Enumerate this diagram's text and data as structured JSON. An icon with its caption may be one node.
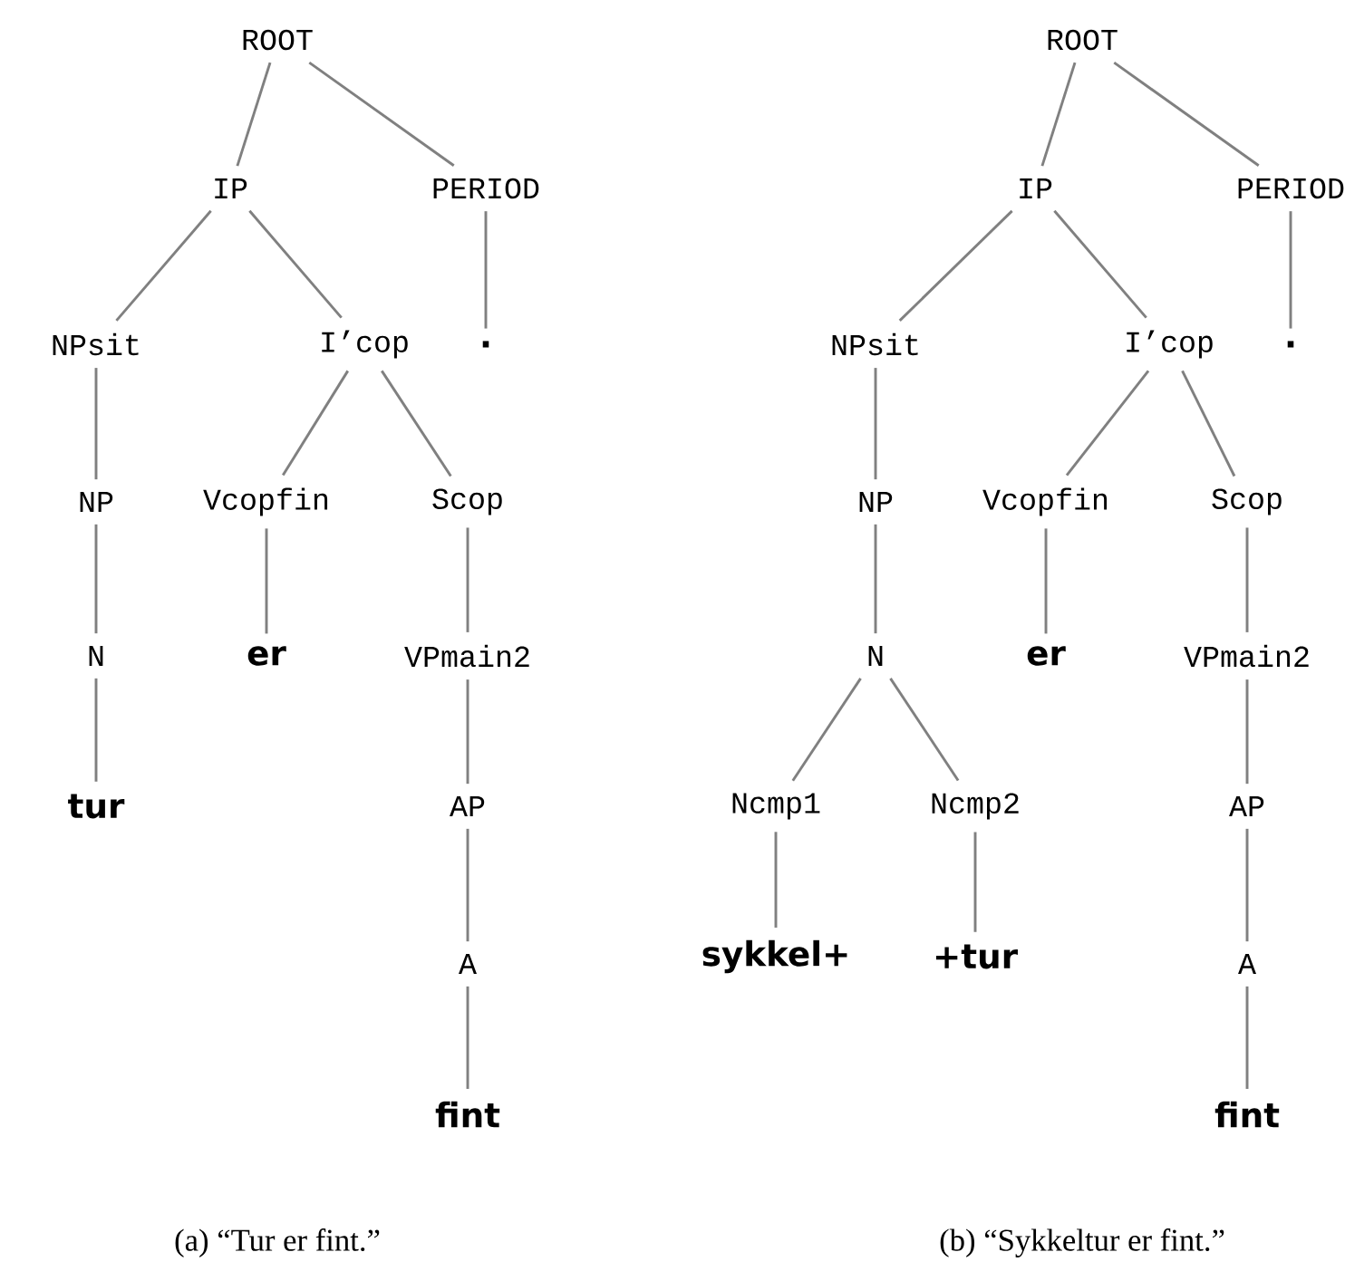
{
  "diagram": {
    "nodes": [
      {
        "text": [
          "ROOT"
        ]
      },
      {
        "text": [
          "IP"
        ]
      },
      {
        "text": [
          "PERIOD"
        ]
      },
      {
        "text": [
          "NPsit"
        ]
      },
      {
        "text": [
          "I’cop"
        ]
      },
      {
        "text": [
          "."
        ]
      },
      {
        "text": [
          "NP"
        ]
      },
      {
        "text": [
          "Vcopfin"
        ]
      },
      {
        "text": [
          "Scop"
        ]
      },
      {
        "text": [
          "N"
        ]
      },
      {
        "text": [
          "er"
        ]
      },
      {
        "text": [
          "VPmain2"
        ]
      },
      {
        "text": [
          "tur"
        ]
      },
      {
        "text": [
          "AP"
        ]
      },
      {
        "text": [
          "A"
        ]
      },
      {
        "text": [
          "fint"
        ]
      },
      {
        "text": [
          "ROOT"
        ]
      },
      {
        "text": [
          "IP"
        ]
      },
      {
        "text": [
          "PERIOD"
        ]
      },
      {
        "text": [
          "NPsit"
        ]
      },
      {
        "text": [
          "I’cop"
        ]
      },
      {
        "text": [
          "."
        ]
      },
      {
        "text": [
          "NP"
        ]
      },
      {
        "text": [
          "Vcopfin"
        ]
      },
      {
        "text": [
          "Scop"
        ]
      },
      {
        "text": [
          "N"
        ]
      },
      {
        "text": [
          "er"
        ]
      },
      {
        "text": [
          "VPmain2"
        ]
      },
      {
        "text": [
          "Ncmp1"
        ]
      },
      {
        "text": [
          "Ncmp2"
        ]
      },
      {
        "text": [
          "AP"
        ]
      },
      {
        "text": [
          "sykkel+"
        ]
      },
      {
        "text": [
          "+tur"
        ]
      },
      {
        "text": [
          "A"
        ]
      },
      {
        "text": [
          "fint"
        ]
      }
    ],
    "edges": [
      {
        "from": 0,
        "to": 1,
        "arrow": "none"
      },
      {
        "from": 0,
        "to": 2,
        "arrow": "none"
      },
      {
        "from": 1,
        "to": 3,
        "arrow": "none"
      },
      {
        "from": 1,
        "to": 4,
        "arrow": "none"
      },
      {
        "from": 2,
        "to": 5,
        "arrow": "none"
      },
      {
        "from": 3,
        "to": 6,
        "arrow": "none"
      },
      {
        "from": 4,
        "to": 7,
        "arrow": "none"
      },
      {
        "from": 4,
        "to": 8,
        "arrow": "none"
      },
      {
        "from": 6,
        "to": 9,
        "arrow": "none"
      },
      {
        "from": 7,
        "to": 10,
        "arrow": "none"
      },
      {
        "from": 8,
        "to": 11,
        "arrow": "none"
      },
      {
        "from": 9,
        "to": 12,
        "arrow": "none"
      },
      {
        "from": 11,
        "to": 13,
        "arrow": "none"
      },
      {
        "from": 13,
        "to": 14,
        "arrow": "none"
      },
      {
        "from": 14,
        "to": 15,
        "arrow": "none"
      },
      {
        "from": 16,
        "to": 17,
        "arrow": "none"
      },
      {
        "from": 16,
        "to": 18,
        "arrow": "none"
      },
      {
        "from": 17,
        "to": 19,
        "arrow": "none"
      },
      {
        "from": 17,
        "to": 20,
        "arrow": "none"
      },
      {
        "from": 18,
        "to": 21,
        "arrow": "none"
      },
      {
        "from": 19,
        "to": 22,
        "arrow": "none"
      },
      {
        "from": 20,
        "to": 23,
        "arrow": "none"
      },
      {
        "from": 20,
        "to": 24,
        "arrow": "none"
      },
      {
        "from": 22,
        "to": 25,
        "arrow": "none"
      },
      {
        "from": 23,
        "to": 26,
        "arrow": "none"
      },
      {
        "from": 24,
        "to": 27,
        "arrow": "none"
      },
      {
        "from": 25,
        "to": 28,
        "arrow": "none"
      },
      {
        "from": 25,
        "to": 29,
        "arrow": "none"
      },
      {
        "from": 27,
        "to": 30,
        "arrow": "none"
      },
      {
        "from": 28,
        "to": 31,
        "arrow": "none"
      },
      {
        "from": 29,
        "to": 32,
        "arrow": "none"
      },
      {
        "from": 30,
        "to": 33,
        "arrow": "none"
      },
      {
        "from": 33,
        "to": 34,
        "arrow": "none"
      }
    ],
    "labels": [
      "(a) “Tur er fint.”",
      "(b) “Sykkeltur er fint.”"
    ]
  }
}
